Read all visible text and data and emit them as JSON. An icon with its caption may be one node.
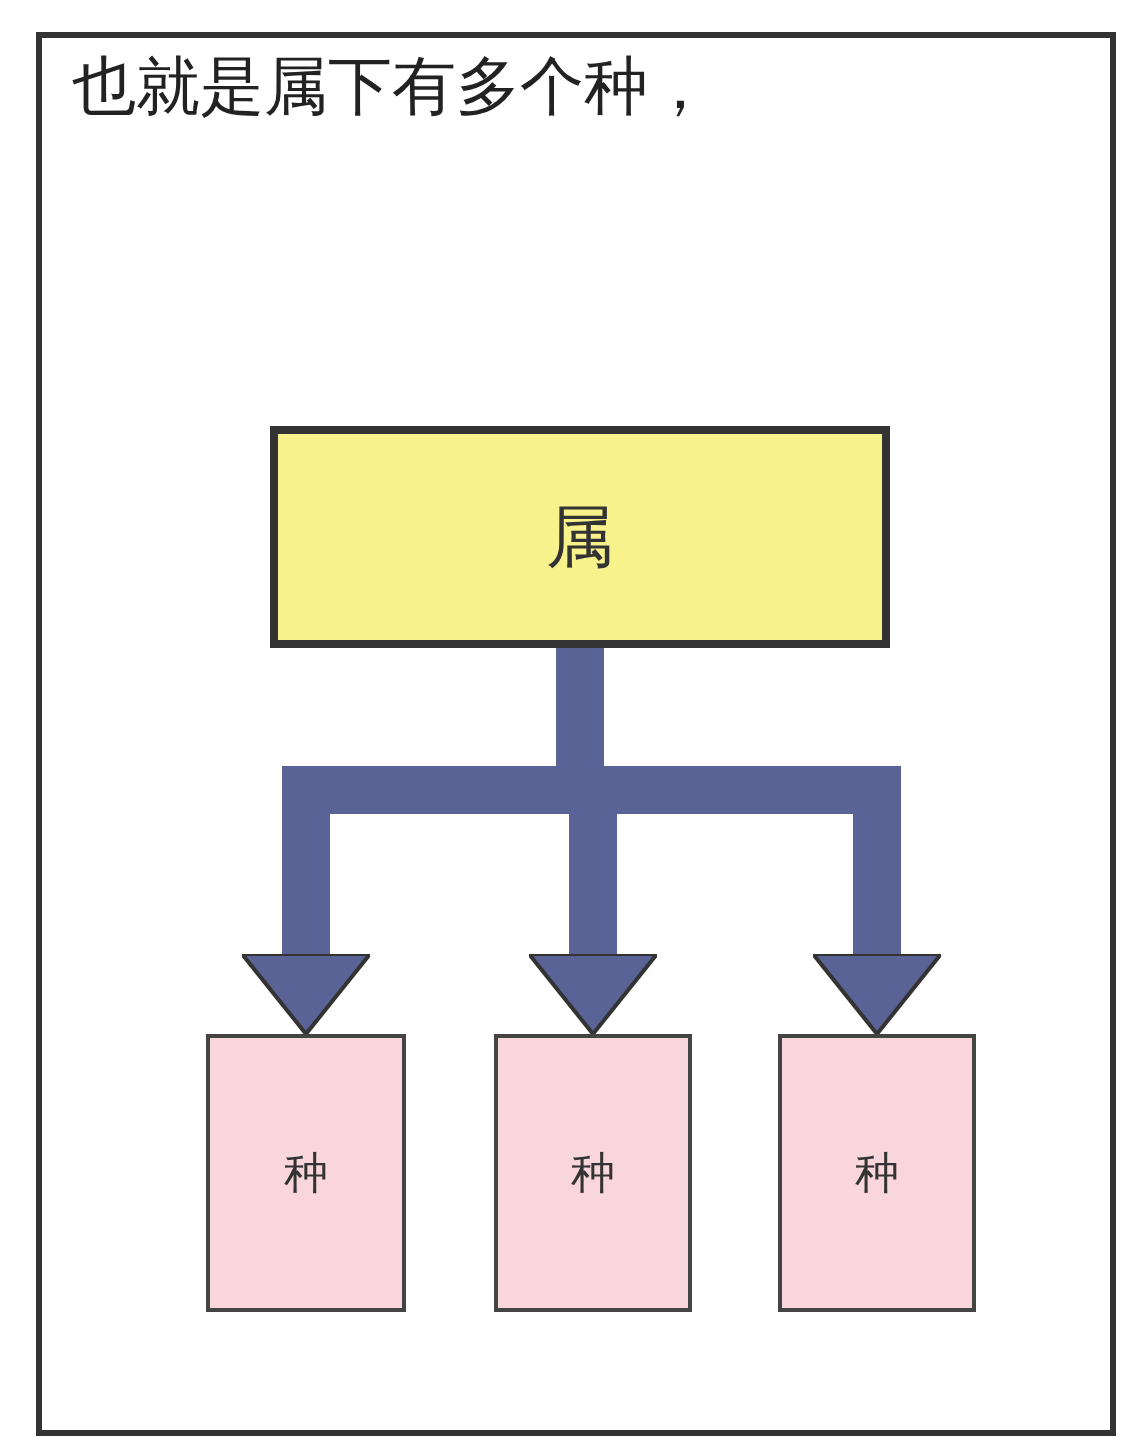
{
  "diagram": {
    "title": "也就是属下有多个种，",
    "nodes": [
      {
        "text": [
          "属"
        ]
      },
      {
        "text": [
          "种"
        ]
      },
      {
        "text": [
          "种"
        ]
      },
      {
        "text": [
          "种"
        ]
      }
    ],
    "edges": [
      {
        "from": 0,
        "to": 1,
        "arrow": "to"
      },
      {
        "from": 0,
        "to": 2,
        "arrow": "to"
      },
      {
        "from": 0,
        "to": 3,
        "arrow": "to"
      }
    ]
  }
}
